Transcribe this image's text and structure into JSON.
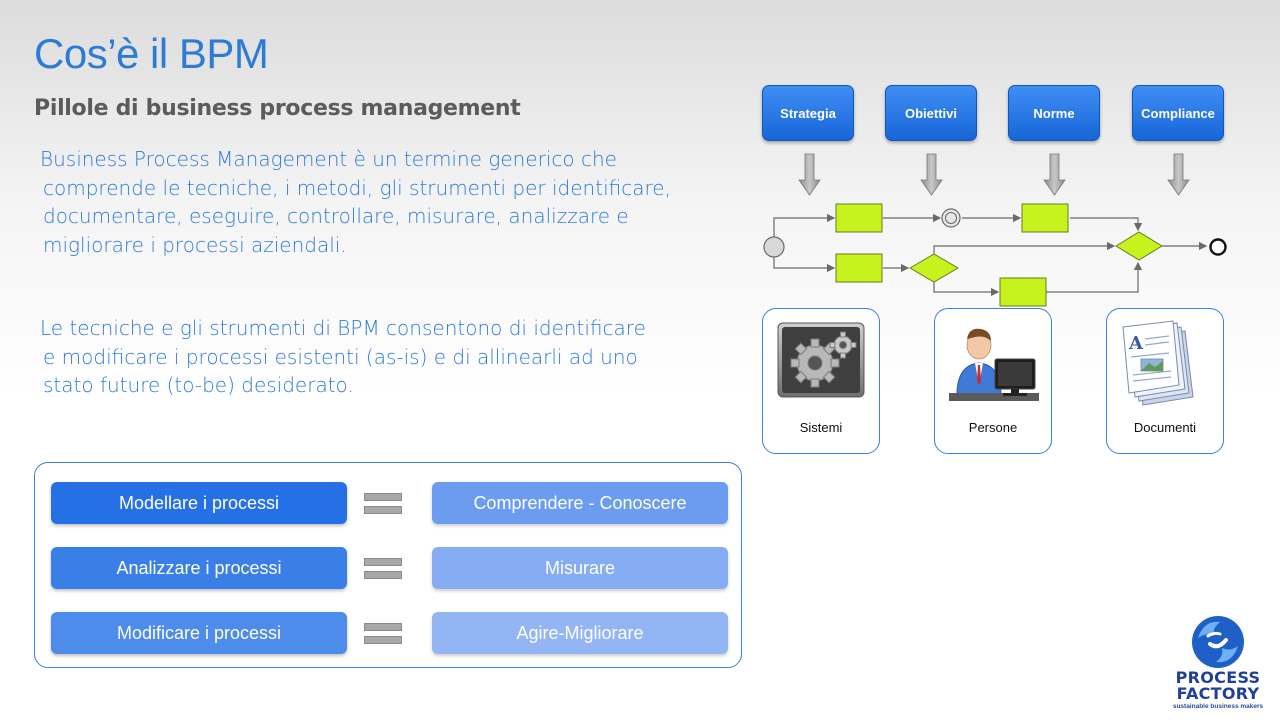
{
  "title": "Cos’è il BPM",
  "subtitle": "Pillole di business process management",
  "paragraph1": {
    "line1": "Business Process Management è un termine generico che",
    "line2": "comprende le tecniche, i metodi, gli strumenti per identificare,",
    "line3": "documentare, eseguire, controllare, misurare, analizzare e",
    "line4": "migliorare i processi aziendali."
  },
  "paragraph2": {
    "line1": "Le tecniche e gli strumenti di BPM consentono di identificare",
    "line2": "e modificare i processi esistenti (as-is) e di allinearli ad uno",
    "line3": "stato future (to-be) desiderato."
  },
  "equivalences": [
    {
      "left": "Modellare i processi",
      "right": "Comprendere - Conoscere"
    },
    {
      "left": "Analizzare i processi",
      "right": "Misurare"
    },
    {
      "left": "Modificare i processi",
      "right": "Agire-Migliorare"
    }
  ],
  "categories": [
    "Strategia",
    "Obiettivi",
    "Norme",
    "Compliance"
  ],
  "resources": [
    "Sistemi",
    "Persone",
    "Documenti"
  ],
  "logo": {
    "line1": "PROCESS",
    "line2": "FACTORY",
    "tagline": "sustainable business makers"
  },
  "colors": {
    "accent": "#2e7bd6",
    "left_boxes": [
      "#2670e6",
      "#3a7fe8",
      "#4e8ceb"
    ],
    "right_boxes": [
      "#6b9cf0",
      "#86adf3",
      "#93b5f4"
    ],
    "task": "#c6f21e"
  }
}
